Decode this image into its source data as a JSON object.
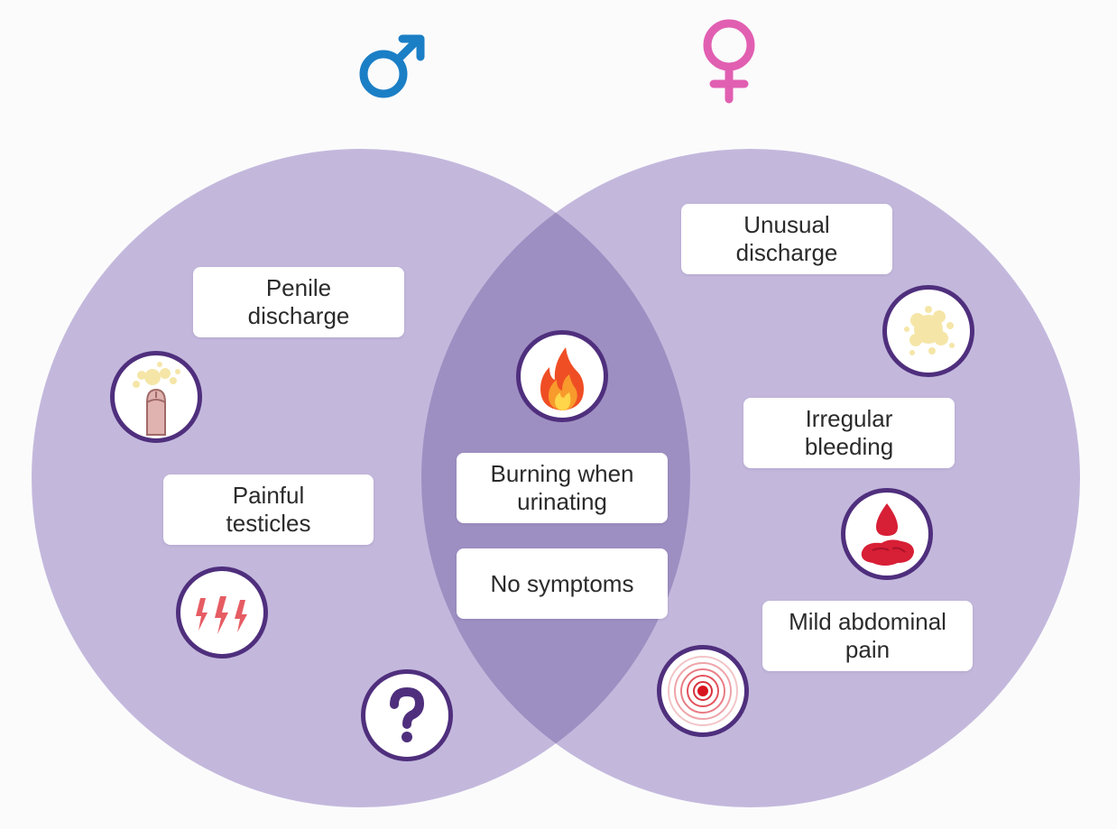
{
  "groups": {
    "male": {
      "symbol": "♂",
      "color": "#1b7fc6"
    },
    "female": {
      "symbol": "♀",
      "color": "#e15fb1"
    }
  },
  "colors": {
    "circle_fill": "#c3b8dc",
    "overlap_fill": "#9e8fc2",
    "badge_ring": "#4f2f7d",
    "label_bg": "#ffffff",
    "text": "#2b2b2b"
  },
  "male_only": {
    "penile_discharge": {
      "label": "Penile\ndischarge",
      "icon": "penis-discharge-icon"
    },
    "painful_testicles": {
      "label": "Painful\ntesticles",
      "icon": "lightning-pain-icon"
    },
    "unknown": {
      "icon": "question-mark-icon"
    }
  },
  "shared": {
    "burning": {
      "label": "Burning when\nurinating",
      "icon": "flame-icon"
    },
    "none": {
      "label": "No symptoms"
    }
  },
  "female_only": {
    "unusual_discharge": {
      "label": "Unusual\ndischarge",
      "icon": "discharge-splash-icon"
    },
    "irregular_bleeding": {
      "label": "Irregular\nbleeding",
      "icon": "blood-drop-icon"
    },
    "abdominal_pain": {
      "label": "Mild abdominal\npain",
      "icon": "target-pain-icon"
    }
  }
}
